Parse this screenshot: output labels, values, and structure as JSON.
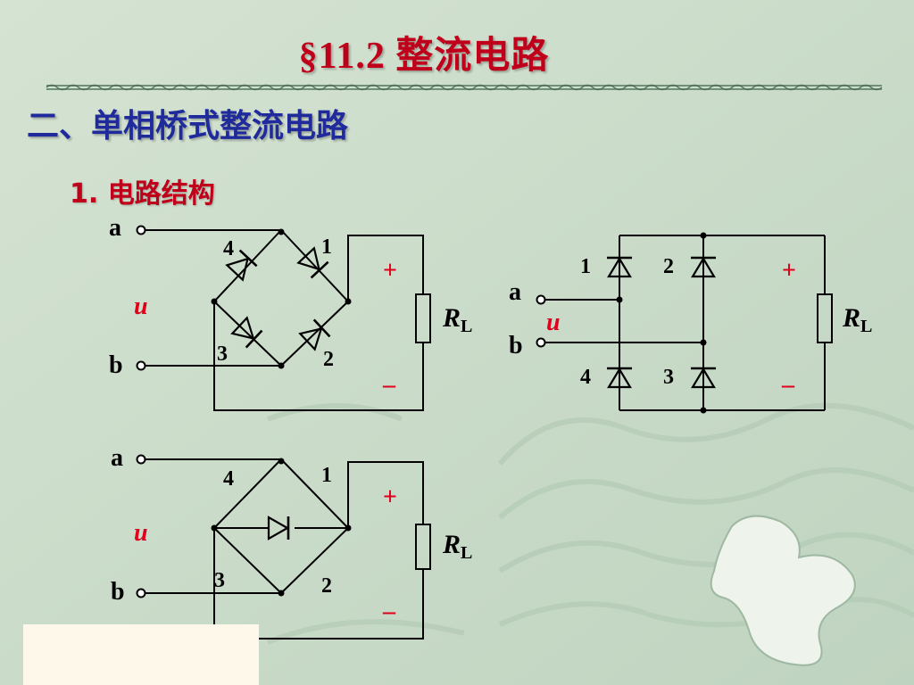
{
  "title": "§11.2   整流电路",
  "heading": "二、单相桥式整流电路",
  "subheading": "1. 电路结构",
  "labels": {
    "a": "a",
    "b": "b",
    "u": "u",
    "R": "R",
    "L": "L",
    "plus": "+",
    "minus": "–",
    "d1": "1",
    "d2": "2",
    "d3": "3",
    "d4": "4"
  },
  "colors": {
    "title": "#c0001a",
    "heading": "#1f2a9c",
    "accent": "#e0001a",
    "line": "#000000"
  }
}
